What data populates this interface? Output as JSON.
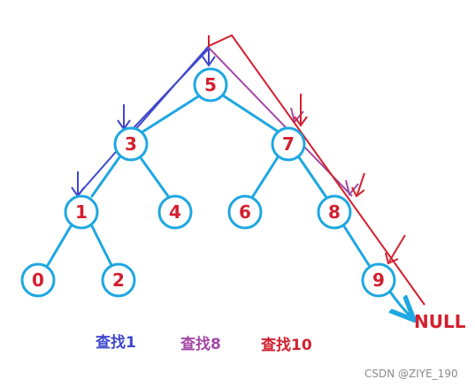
{
  "nodes": [
    {
      "id": "n5",
      "label": "5"
    },
    {
      "id": "n3",
      "label": "3"
    },
    {
      "id": "n7",
      "label": "7"
    },
    {
      "id": "n1",
      "label": "1"
    },
    {
      "id": "n4",
      "label": "4"
    },
    {
      "id": "n6",
      "label": "6"
    },
    {
      "id": "n8",
      "label": "8"
    },
    {
      "id": "n0",
      "label": "0"
    },
    {
      "id": "n2",
      "label": "2"
    },
    {
      "id": "n9",
      "label": "9"
    }
  ],
  "null_label": "NULL",
  "legend": {
    "search1": "查找1",
    "search8": "查找8",
    "search10": "查找10"
  },
  "colors": {
    "tree": "#1ea7e1",
    "search1": "#3f48cc",
    "search8": "#a349a4",
    "search10": "#d3202f"
  },
  "watermark": "CSDN @ZIYE_190"
}
